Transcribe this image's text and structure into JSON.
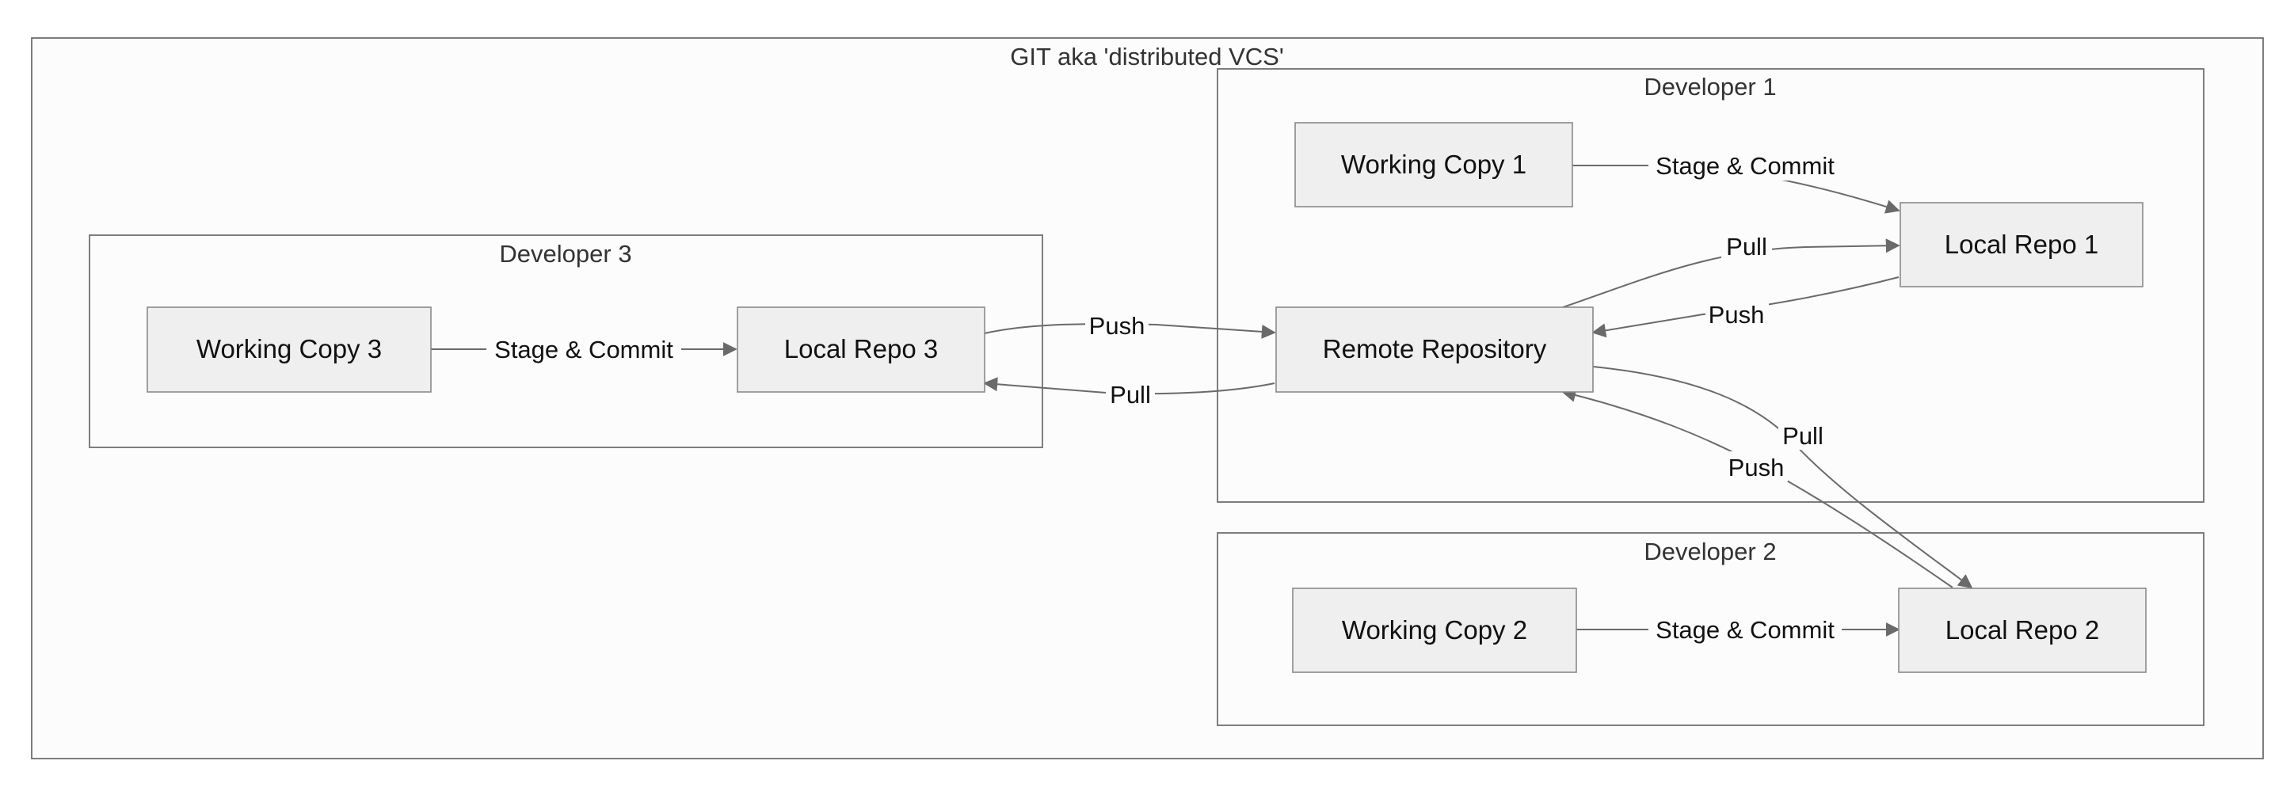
{
  "diagram": {
    "title": "GIT aka 'distributed VCS'",
    "clusters": {
      "dev1": {
        "label": "Developer 1"
      },
      "dev2": {
        "label": "Developer 2"
      },
      "dev3": {
        "label": "Developer 3"
      }
    },
    "nodes": {
      "wc1": {
        "label": "Working Copy 1"
      },
      "lr1": {
        "label": "Local Repo 1"
      },
      "remote": {
        "label": "Remote Repository"
      },
      "wc2": {
        "label": "Working Copy 2"
      },
      "lr2": {
        "label": "Local Repo 2"
      },
      "wc3": {
        "label": "Working Copy 3"
      },
      "lr3": {
        "label": "Local Repo 3"
      }
    },
    "edges": {
      "wc1_lr1": {
        "label": "Stage & Commit"
      },
      "remote_lr1": {
        "label": "Pull"
      },
      "lr1_remote": {
        "label": "Push"
      },
      "lr3_remote": {
        "label": "Push"
      },
      "remote_lr3": {
        "label": "Pull"
      },
      "wc3_lr3": {
        "label": "Stage & Commit"
      },
      "remote_lr2": {
        "label": "Pull"
      },
      "lr2_remote": {
        "label": "Push"
      },
      "wc2_lr2": {
        "label": "Stage & Commit"
      }
    }
  },
  "colors": {
    "background": "#fcfcfc",
    "node_fill": "#efefef",
    "node_stroke": "#8a8a8a",
    "cluster_stroke": "#707070",
    "edge": "#6a6a6a"
  }
}
